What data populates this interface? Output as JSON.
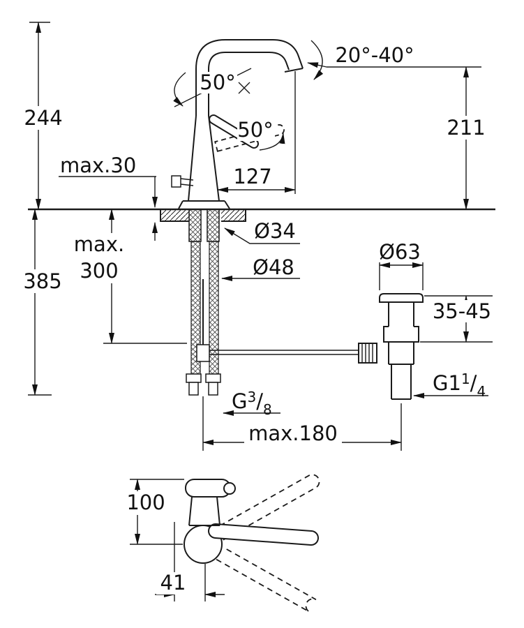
{
  "drawing": {
    "type": "technical-dimension-drawing",
    "labels": {
      "dim_244": "244",
      "dim_max30": "max.30",
      "angle_spout": "50°",
      "angle_lever": "50°",
      "angle_range": "20°-40°",
      "dim_211": "211",
      "dim_127": "127",
      "dia_34": "Ø34",
      "max_word": "max.",
      "dim_300": "300",
      "dim_385": "385",
      "dia_48": "Ø48",
      "dia_63": "Ø63",
      "dim_35_45": "35-45",
      "thread_g38": {
        "base": "G",
        "num": "3",
        "sep": "/",
        "den": "8"
      },
      "thread_g114": {
        "base": "G1",
        "num": "1",
        "sep": "/",
        "den": "4"
      },
      "dim_max180": "max.180",
      "dim_100": "100",
      "dim_41": "41"
    }
  }
}
